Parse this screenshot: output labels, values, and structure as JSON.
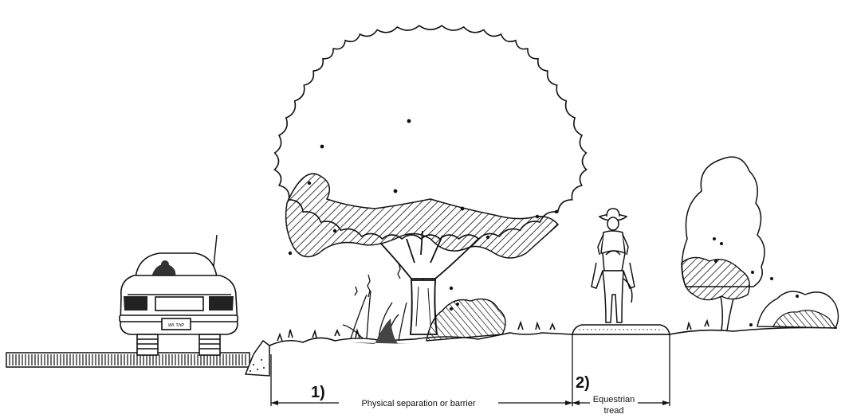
{
  "callouts": {
    "one": "1)",
    "two": "2)"
  },
  "dimensions": {
    "separation": "Physical separation or barrier",
    "equestrian_line1": "Equestrian",
    "equestrian_line2": "tread"
  },
  "license_plate": "ᴎᴧ ᴛᴧᴘ",
  "colors": {
    "ink": "#111111",
    "background": "#ffffff"
  }
}
